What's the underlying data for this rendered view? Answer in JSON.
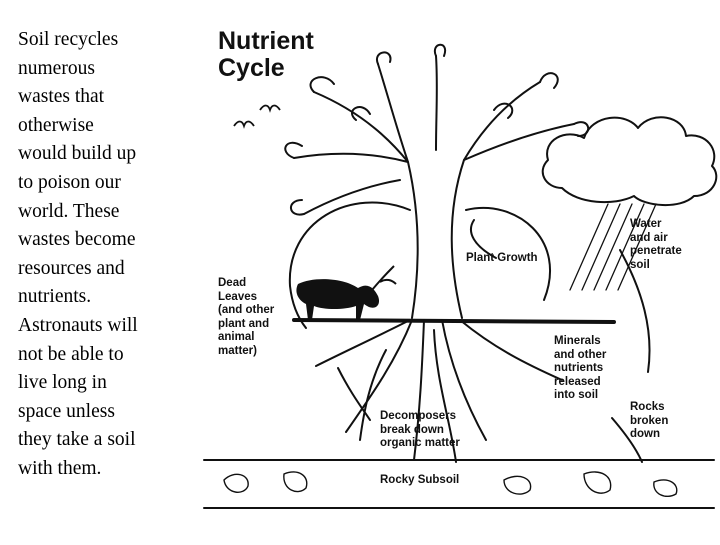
{
  "side_text": "Soil recycles\nnumerous\nwastes that\notherwise\nwould build up\nto poison our\nworld. These\nwastes become\nresources and\nnutrients.\nAstronauts will\nnot be able to\nlive long in\nspace unless\nthey take a soil\nwith them.",
  "diagram": {
    "title": "Nutrient\nCycle",
    "labels": {
      "water_air": "Water\nand air\npenetrate\nsoil",
      "plant_growth": "Plant Growth",
      "dead_leaves": "Dead\nLeaves\n(and other\nplant and\nanimal\nmatter)",
      "minerals": "Minerals\nand other\nnutrients\nreleased\ninto soil",
      "rocks": "Rocks\nbroken\ndown",
      "decomposers": "Decomposers\nbreak down\norganic matter",
      "rocky_subsoil": "Rocky Subsoil"
    }
  },
  "colors": {
    "ink": "#111111",
    "background": "#ffffff"
  }
}
